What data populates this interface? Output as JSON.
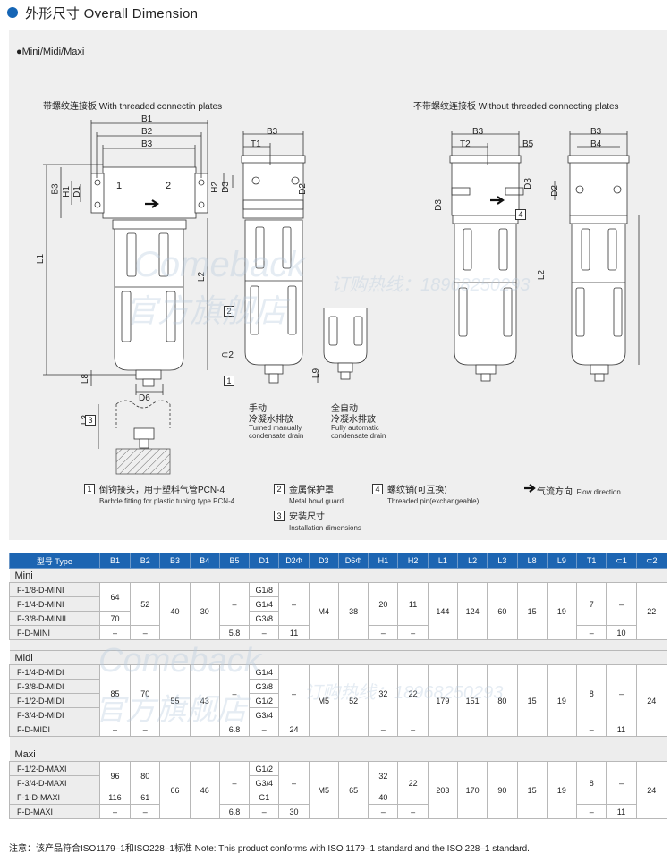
{
  "header": {
    "title": "外形尺寸 Overall Dimension"
  },
  "drawing": {
    "series": "●Mini/Midi/Maxi",
    "left_caption": "带螺纹连接板 With threaded connectin plates",
    "right_caption": "不带螺纹连接板 Without threaded connecting plates",
    "dims": {
      "B1": "B1",
      "B2": "B2",
      "B3": "B3",
      "B4": "B4",
      "B5": "B5",
      "H1": "H1",
      "H2": "H2",
      "D1": "D1",
      "D2": "D2",
      "D3": "D3",
      "D6": "D6",
      "L1": "L1",
      "L2": "L2",
      "L3": "L3",
      "L8": "L8",
      "L9": "L9",
      "T1": "T1",
      "T2": "T2",
      "port1": "1",
      "port2": "2",
      "sym2": "⊂2"
    },
    "drains": {
      "manual_cn1": "手动",
      "manual_cn2": "冷凝水排放",
      "manual_en1": "Turned manually",
      "manual_en2": "condensate drain",
      "auto_cn1": "全自动",
      "auto_cn2": "冷凝水排放",
      "auto_en1": "Fully automatic",
      "auto_en2": "condensate drain"
    },
    "legend": [
      {
        "num": "1",
        "cn": "倒钩接头，用于塑料气管PCN-4",
        "en": "Barbde fitting for plastic tubing type PCN-4"
      },
      {
        "num": "2",
        "cn": "金属保护罩",
        "en": "Metal bowl guard"
      },
      {
        "num": "3",
        "cn": "安装尺寸",
        "en": "Installation dimensions"
      },
      {
        "num": "4",
        "cn": "螺纹销(可互换)",
        "en": "Threaded pin(exchangeable)"
      }
    ],
    "flow": {
      "cn": "气流方向",
      "en": "Flow direction"
    },
    "watermark": {
      "brand": "Comeback",
      "cn": "官方旗舰店",
      "hotline": "订购热线：18968250293"
    }
  },
  "table": {
    "headers": [
      "型号 Type",
      "B1",
      "B2",
      "B3",
      "B4",
      "B5",
      "D1",
      "D2Φ",
      "D3",
      "D6Φ",
      "H1",
      "H2",
      "L1",
      "L2",
      "L3",
      "L8",
      "L9",
      "T1",
      "⊂1",
      "⊂2"
    ],
    "groups": {
      "mini": "Mini",
      "midi": "Midi",
      "maxi": "Maxi"
    },
    "mini": {
      "types": [
        "F-1/8-D-MINI",
        "F-1/4-D-MINI",
        "F-3/8-D-MINII",
        "F-D-MINI"
      ],
      "B1a": "64",
      "B1b": "70",
      "B2": "52",
      "B3": "40",
      "B4": "30",
      "B5": "–",
      "D1": [
        "G1/8",
        "G1/4",
        "G3/8"
      ],
      "D2": "–",
      "D3": "M4",
      "D6": "38",
      "H1": "20",
      "H2": "11",
      "L1": "144",
      "L2": "124",
      "L3": "60",
      "L8": "15",
      "L9": "19",
      "T1": "7",
      "c1": "–",
      "c2": "22",
      "last": {
        "B1": "–",
        "B2": "–",
        "B5": "5.8",
        "D1": "–",
        "D2": "11",
        "H1": "–",
        "H2": "–",
        "T1": "–",
        "c1": "10"
      }
    },
    "midi": {
      "types": [
        "F-1/4-D-MIDI",
        "F-3/8-D-MIDI",
        "F-1/2-D-MIDI",
        "F-3/4-D-MIDI",
        "F-D-MIDI"
      ],
      "B1": "85",
      "B2": "70",
      "B3": "55",
      "B4": "43",
      "B5": "–",
      "D1": [
        "G1/4",
        "G3/8",
        "G1/2",
        "G3/4"
      ],
      "D2": "–",
      "D3": "M5",
      "D6": "52",
      "H1": "32",
      "H2": "22",
      "L1": "179",
      "L2": "151",
      "L3": "80",
      "L8": "15",
      "L9": "19",
      "T1": "8",
      "c1": "–",
      "c2": "24",
      "last": {
        "B1": "–",
        "B2": "–",
        "B5": "6.8",
        "D1": "–",
        "D2": "24",
        "H1": "–",
        "H2": "–",
        "T1": "–",
        "c1": "11"
      }
    },
    "maxi": {
      "types": [
        "F-1/2-D-MAXI",
        "F-3/4-D-MAXI",
        "F-1-D-MAXI",
        "F-D-MAXI"
      ],
      "B1a": "96",
      "B1b": "116",
      "B2a": "80",
      "B2b": "61",
      "B3": "66",
      "B4": "46",
      "B5": "–",
      "D1": [
        "G1/2",
        "G3/4",
        "G1"
      ],
      "D2": "–",
      "D3": "M5",
      "D6": "65",
      "H1a": "32",
      "H1b": "40",
      "H2": "22",
      "L1": "203",
      "L2": "170",
      "L3": "90",
      "L8": "15",
      "L9": "19",
      "T1": "8",
      "c1": "–",
      "c2": "24",
      "last": {
        "B1": "–",
        "B2": "–",
        "B5": "6.8",
        "D1": "–",
        "D2": "30",
        "H1": "–",
        "H2": "–",
        "T1": "–",
        "c1": "11"
      }
    }
  },
  "note": "注意：该产品符合ISO1179–1和ISO228–1标准 Note: This product conforms with ISO 1179–1 standard and the ISO 228–1 standard.",
  "colors": {
    "accent": "#1d65b2",
    "panel": "#efefef"
  }
}
